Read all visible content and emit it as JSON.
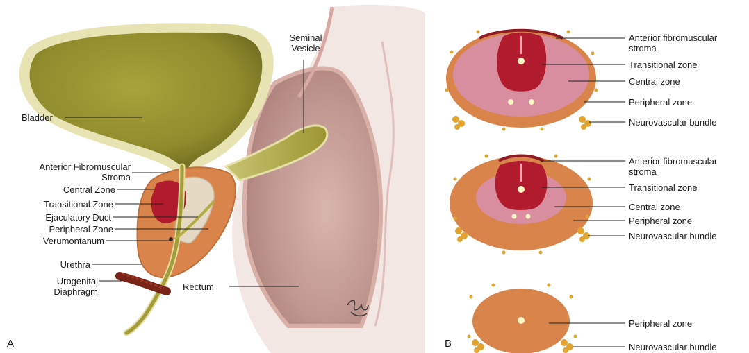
{
  "panel_a": {
    "letter": "A",
    "labels": {
      "seminal_vesicle": "Seminal\nVesicle",
      "bladder": "Bladder",
      "anterior_fibromuscular_stroma": "Anterior Fibromuscular\nStroma",
      "central_zone": "Central Zone",
      "transitional_zone": "Transitional Zone",
      "ejaculatory_duct": "Ejaculatory Duct",
      "peripheral_zone": "Peripheral Zone",
      "verumontanum": "Verumontanum",
      "urethra": "Urethra",
      "urogenital_diaphragm": "Urogenital\nDiaphragm",
      "rectum": "Rectum"
    }
  },
  "panel_b": {
    "letter": "B",
    "top_section": {
      "anterior_fibromuscular_stroma": "Anterior fibromuscular\nstroma",
      "transitional_zone": "Transitional zone",
      "central_zone": "Central zone",
      "peripheral_zone": "Peripheral zone",
      "neurovascular_bundle": "Neurovascular bundle"
    },
    "middle_section": {
      "anterior_fibromuscular_stroma": "Anterior fibromuscular\nstroma",
      "transitional_zone": "Transitional zone",
      "central_zone": "Central zone",
      "peripheral_zone": "Peripheral zone",
      "neurovascular_bundle": "Neurovascular bundle"
    },
    "bottom_section": {
      "peripheral_zone": "Peripheral zone",
      "neurovascular_bundle": "Neurovascular bundle"
    }
  },
  "colors": {
    "bladder_fill": "#8f8a2c",
    "bladder_wall": "#e8e3b3",
    "peripheral_zone": "#d9844a",
    "central_zone": "#d98ea0",
    "transitional_zone": "#b01c2e",
    "anterior_stroma": "#8e1a24",
    "rectum": "#c9a39c",
    "diaphragm": "#7a2418",
    "neurovascular_bundle": "#e2a42e"
  },
  "signature": "Tyne"
}
